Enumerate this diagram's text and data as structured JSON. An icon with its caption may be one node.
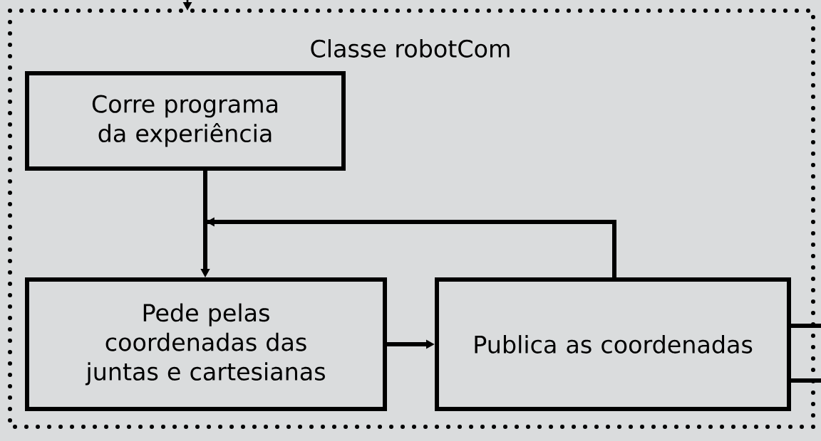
{
  "diagram": {
    "nodes": [
      {
        "text": [
          "Classe robotCom"
        ]
      },
      {
        "text": [
          "Corre programa da experiência"
        ],
        "in": 0
      },
      {
        "text": [
          "Pede pelas coordenadas das juntas e cartesianas"
        ],
        "in": 0
      },
      {
        "text": [
          "Publica as coordenadas"
        ],
        "in": 0
      }
    ],
    "edges": [
      {
        "from": null,
        "to": 0,
        "arrow": "to"
      },
      {
        "from": 1,
        "to": 2,
        "arrow": "to"
      },
      {
        "from": 3,
        "to": 2,
        "arrow": "to"
      },
      {
        "from": 2,
        "to": 3,
        "arrow": "to"
      },
      {
        "from": 3,
        "to": null,
        "arrow": "none"
      },
      {
        "from": 3,
        "to": null,
        "arrow": "none"
      }
    ]
  }
}
